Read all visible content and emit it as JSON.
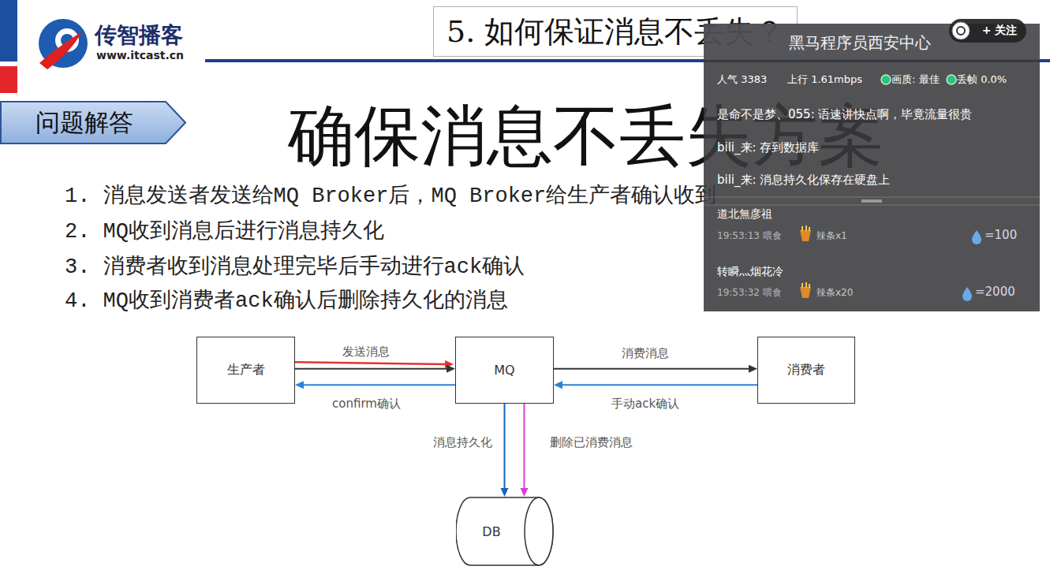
{
  "diagram": {
    "title": "5. 如何保证消息不丢失？",
    "nodes": [
      {
        "text": [
          "问题解答"
        ]
      },
      {
        "text": [
          "黑马程序员西安中心",
          "人气 3383",
          "上行 1.61mbps",
          "画质: 最佳",
          "丢帧 0.0%",
          "是命不是梦、055: 语速讲快点啊，毕竟流量很贵",
          "bili_来: 存到数据库",
          "bili_来: 消息持久化保存在硬盘上",
          "道北無彦祖",
          "19:53:13 喂食",
          "辣条x1",
          "=100",
          "转瞬灬烟花冷",
          "19:53:32 喂食",
          "辣条x20",
          "=2000"
        ]
      },
      {
        "text": [
          "+ 关注"
        ]
      },
      {
        "text": [
          "生产者"
        ]
      },
      {
        "text": [
          "MQ"
        ]
      },
      {
        "text": [
          "消费者"
        ]
      },
      {
        "text": [
          "DB"
        ]
      }
    ],
    "edges": [
      {
        "from": 3,
        "to": 4,
        "arrow": "to",
        "label": "发送消息"
      },
      {
        "from": 4,
        "to": 3,
        "arrow": "to",
        "label": "confirm确认"
      },
      {
        "from": 4,
        "to": 5,
        "arrow": "to",
        "label": "消费消息"
      },
      {
        "from": 5,
        "to": 4,
        "arrow": "to",
        "label": "手动ack确认"
      },
      {
        "from": 4,
        "to": 6,
        "arrow": "to",
        "label": "消息持久化"
      },
      {
        "from": 4,
        "to": 6,
        "arrow": "to",
        "label": "删除已消费消息"
      }
    ],
    "labels": [
      "传智播客",
      "www.itcast.cn",
      "确保消息不丢失方案",
      "1. 消息发送者发送给MQ Broker后，MQ Broker给生产者确认收到",
      "2. MQ收到消息后进行消息持久化",
      "3. 消费者收到消息处理完毕后手动进行ack确认",
      "4. MQ收到消费者ack确认后删除持久化的消息"
    ]
  }
}
